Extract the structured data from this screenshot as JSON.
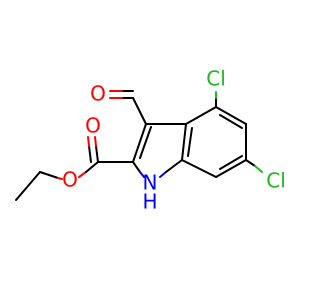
{
  "molecule": {
    "atom_labels": {
      "aldehyde_oxygen": "O",
      "ester_carbonyl_oxygen": "O",
      "ester_ether_oxygen": "O",
      "ring_nitrogen": "N",
      "ring_nitrogen_h": "H",
      "chlorine_4": "Cl",
      "chlorine_6": "Cl"
    },
    "colors": {
      "carbon_bond": "#000000",
      "oxygen": "#ff0000",
      "nitrogen": "#0000ff",
      "chlorine": "#1fb81f",
      "background": "#ffffff"
    }
  }
}
